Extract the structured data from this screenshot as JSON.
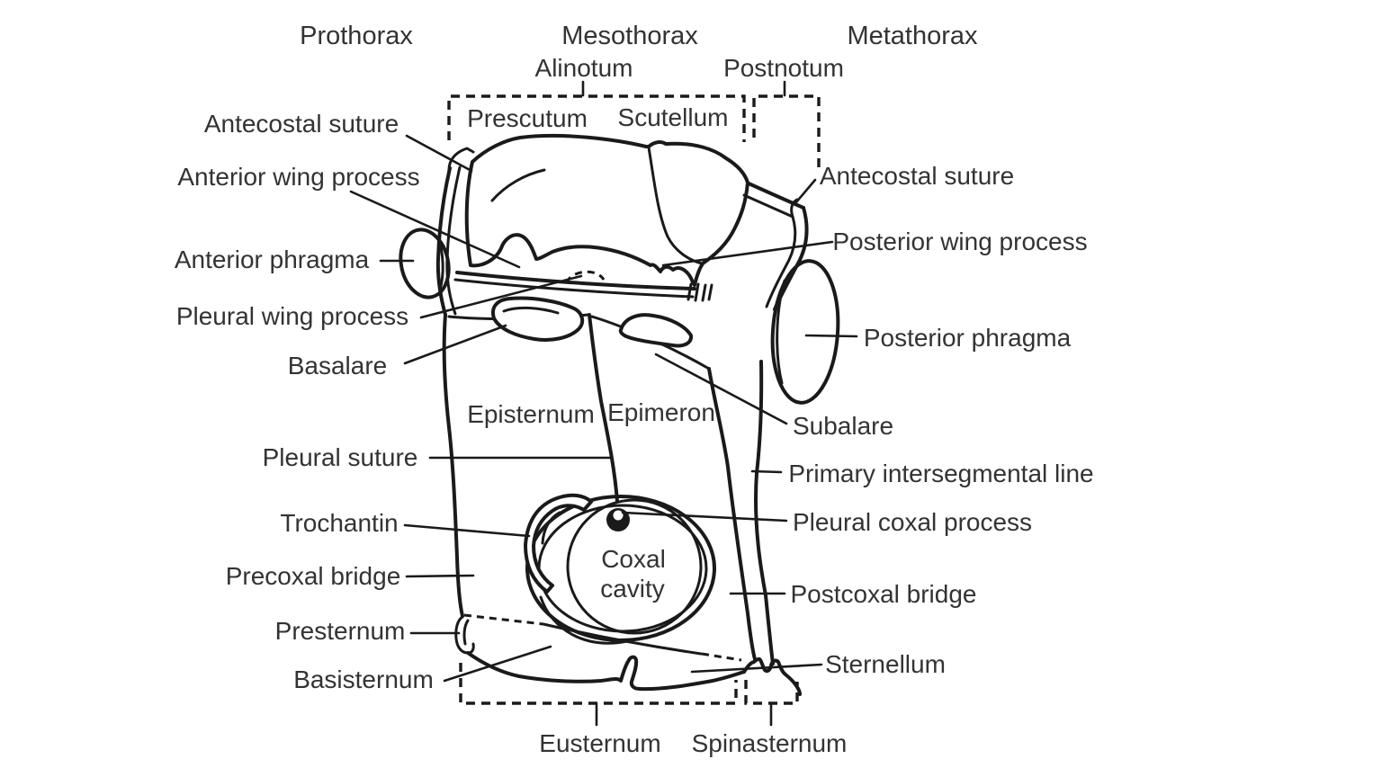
{
  "figure": {
    "type": "anatomical-line-diagram",
    "subject": "Insect thorax, lateral view of wing-bearing segment",
    "colors": {
      "background": "#ffffff",
      "line": "#1a1a1a",
      "text": "#333333"
    }
  },
  "labels": {
    "prothorax": "Prothorax",
    "mesothorax": "Mesothorax",
    "metathorax": "Metathorax",
    "alinotum": "Alinotum",
    "postnotum": "Postnotum",
    "prescutum": "Prescutum",
    "scutellum": "Scutellum",
    "antecostal_suture_left": "Antecostal suture",
    "anterior_wing_process": "Anterior wing process",
    "anterior_phragma": "Anterior phragma",
    "pleural_wing_process": "Pleural wing process",
    "basalare": "Basalare",
    "episternum": "Episternum",
    "epimeron": "Epimeron",
    "pleural_suture": "Pleural suture",
    "trochantin": "Trochantin",
    "precoxal_bridge": "Precoxal bridge",
    "presternum": "Presternum",
    "basisternum": "Basisternum",
    "eusternum": "Eusternum",
    "spinasternum": "Spinasternum",
    "antecostal_suture_right": "Antecostal suture",
    "posterior_wing_process": "Posterior wing process",
    "posterior_phragma": "Posterior phragma",
    "subalare": "Subalare",
    "primary_intersegmental_line": "Primary intersegmental line",
    "pleural_coxal_process": "Pleural coxal process",
    "postcoxal_bridge": "Postcoxal bridge",
    "sternellum": "Sternellum",
    "coxal_cavity_line1": "Coxal",
    "coxal_cavity_line2": "cavity"
  }
}
